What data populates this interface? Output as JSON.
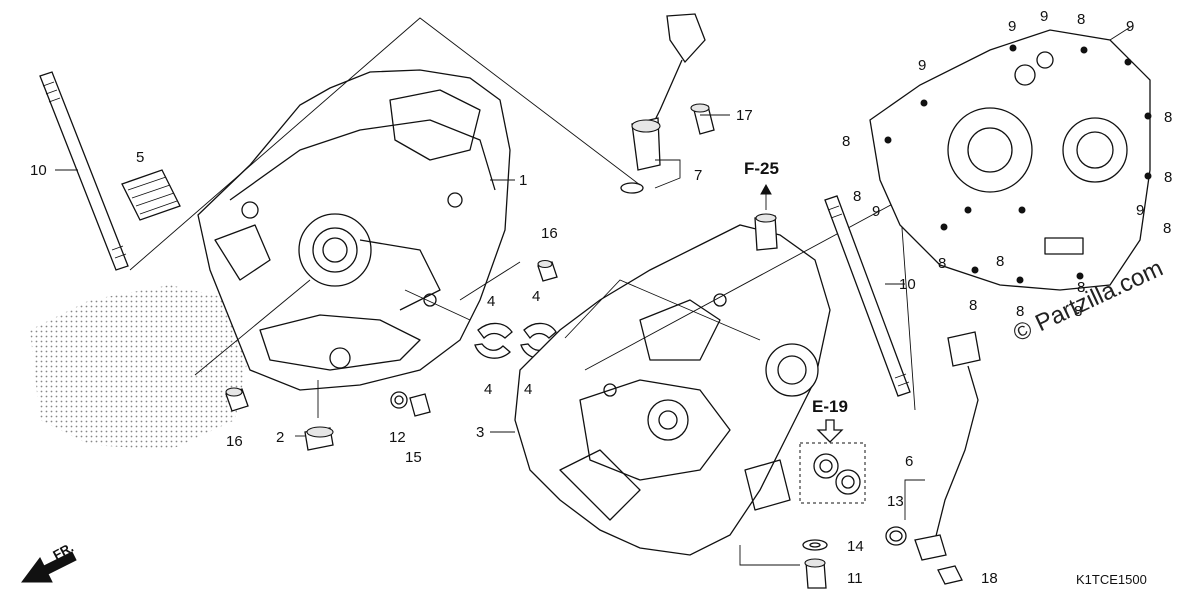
{
  "diagram": {
    "code": "K1TCE1500",
    "watermark": "© Partzilla.com",
    "direction_label": "FR.",
    "refs": {
      "f25": "F-25",
      "e19": "E-19"
    },
    "callouts": {
      "c1": "1",
      "c2": "2",
      "c3": "3",
      "c4a": "4",
      "c4b": "4",
      "c4c": "4",
      "c4d": "4",
      "c5": "5",
      "c6": "6",
      "c7": "7",
      "c8a": "8",
      "c8b": "8",
      "c8c": "8",
      "c8d": "8",
      "c8e": "8",
      "c8f": "8",
      "c8g": "8",
      "c8h": "8",
      "c8i": "8",
      "c8j": "8",
      "c8k": "8",
      "c8l": "8",
      "c9a": "9",
      "c9b": "9",
      "c9c": "9",
      "c9d": "9",
      "c9e": "9",
      "c9f": "9",
      "c10a": "10",
      "c10b": "10",
      "c11": "11",
      "c12": "12",
      "c13": "13",
      "c14": "14",
      "c15": "15",
      "c16a": "16",
      "c16b": "16",
      "c17": "17",
      "c18": "18"
    }
  }
}
